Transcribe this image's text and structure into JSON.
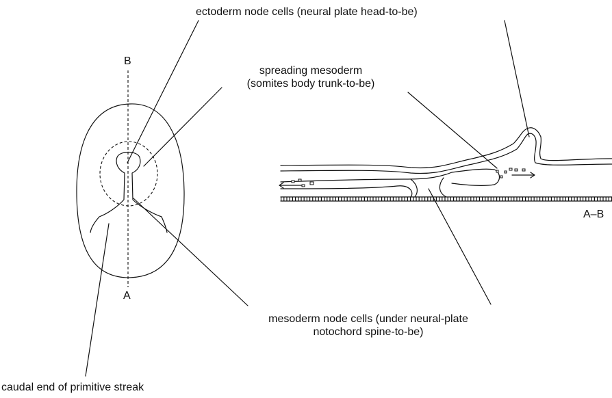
{
  "labels": {
    "ectoderm": "ectoderm node cells (neural plate head-to-be)",
    "spreading_line1": "spreading mesoderm",
    "spreading_line2": "(somites body trunk-to-be)",
    "mesoderm_line1": "mesoderm node cells (under neural-plate",
    "mesoderm_line2": "notochord spine-to-be)",
    "caudal": "caudal end of primitive streak",
    "axis_top": "B",
    "axis_bottom": "A",
    "section": "A–B"
  }
}
